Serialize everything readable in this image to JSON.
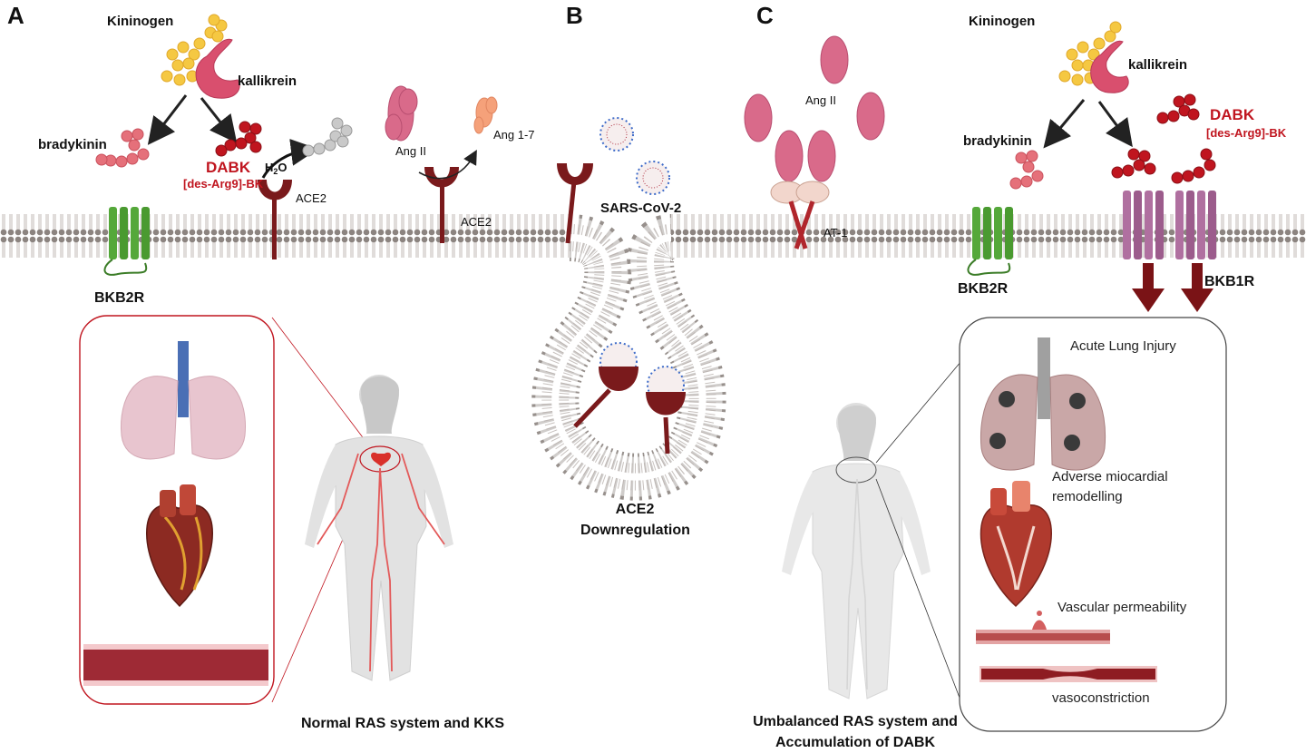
{
  "panels": {
    "a": "A",
    "b": "B",
    "c": "C"
  },
  "panel_a": {
    "kininogen": "Kininogen",
    "kallikrein": "kallikrein",
    "bradykinin": "bradykinin",
    "dabk": "DABK",
    "dabk_full": "[des-Arg9]-BK",
    "water": "H",
    "water_sub": "2",
    "water_o": "O",
    "ace2": "ACE2",
    "receptor": "BKB2R",
    "caption": "Normal RAS system and KKS"
  },
  "panel_a_mid": {
    "ang2": "Ang II",
    "ang17": "Ang 1-7",
    "ace2": "ACE2"
  },
  "panel_b": {
    "virus": "SARS-CoV-2",
    "caption_line1": "ACE2",
    "caption_line2": "Downregulation"
  },
  "panel_c": {
    "ang2": "Ang II",
    "at1": "AT-1",
    "kininogen": "Kininogen",
    "kallikrein": "kallikrein",
    "bradykinin": "bradykinin",
    "dabk": "DABK",
    "dabk_full": "[des-Arg9]-BK",
    "receptor_b2": "BKB2R",
    "receptor_b1": "BKB1R",
    "effects": [
      "Acute Lung Injury",
      "Adverse miocardial",
      "remodelling",
      "Vascular permeability",
      "vasoconstriction"
    ],
    "caption_line1": "Umbalanced RAS system and",
    "caption_line2": "Accumulation of DABK"
  },
  "colors": {
    "membrane": "#8c8480",
    "ace2": "#7a1a1c",
    "bradykinin": "#e5707a",
    "dabk": "#c0151f",
    "b2_receptor": "#55a83a",
    "b1_receptor": "#b070a0",
    "angiotensin": "#d96a8a",
    "kininogen": "#f5c842",
    "kallikrein": "#d94f6e",
    "arrow_dark": "#7a1316"
  }
}
